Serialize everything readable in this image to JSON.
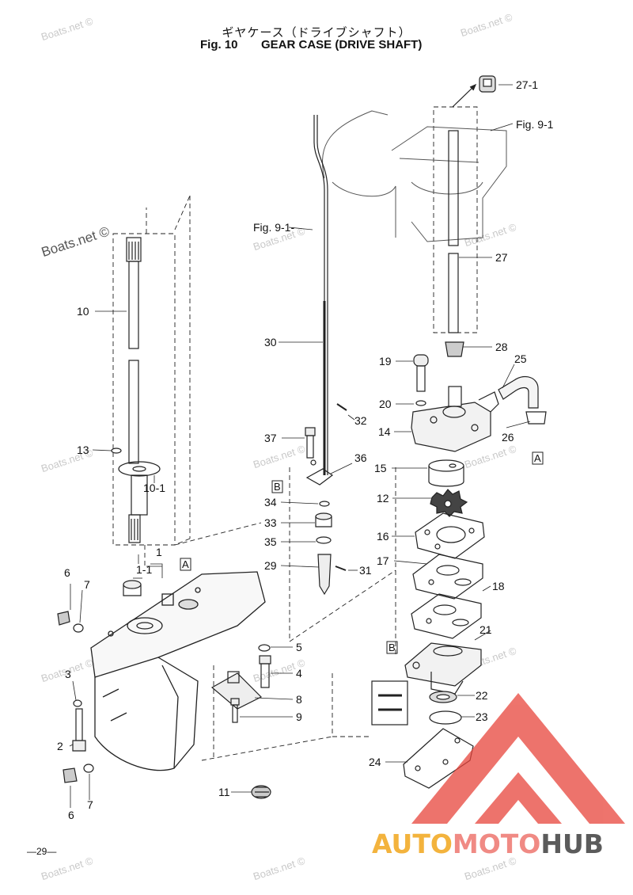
{
  "header": {
    "title_jp": "ギヤケース（ドライブシャフト）",
    "fig_label": "Fig. 10",
    "title_en": "GEAR CASE (DRIVE SHAFT)"
  },
  "watermark": "Boats.net ©",
  "page_number": "—29—",
  "logo": {
    "part1": "AUTO",
    "part2": "MOTO",
    "part3": "HUB",
    "colors": {
      "auto": "#f3b33d",
      "moto": "#f08a84",
      "hub": "#5b5b5b",
      "triangle": "#e8453c"
    }
  },
  "callouts": {
    "c27_1": "27-1",
    "fig91_top": "Fig. 9-1",
    "fig91_left": "Fig. 9-1-",
    "c27": "27",
    "c10": "10",
    "c30": "30",
    "c28": "28",
    "c19": "19",
    "c25": "25",
    "c20": "20",
    "c32": "32",
    "c14": "14",
    "c37": "37",
    "c13": "13",
    "c26": "26",
    "boxA_right": "A",
    "c36": "36",
    "c15": "15",
    "c10_1": "10-1",
    "boxB_left": "B",
    "c34": "34",
    "c12": "12",
    "c33": "33",
    "c16": "16",
    "c35": "35",
    "c1": "1",
    "c1_1": "1-1",
    "boxA_mid": "A",
    "c29": "29",
    "c31": "31",
    "c17": "17",
    "c6_top": "6",
    "c7_top": "7",
    "c18": "18",
    "c21": "21",
    "c5": "5",
    "boxB_right": "B",
    "c3": "3",
    "c4": "4",
    "c8": "8",
    "c22": "22",
    "c9": "9",
    "c23": "23",
    "c2": "2",
    "c24": "24",
    "c6_bot": "6",
    "c7_bot": "7",
    "c11": "11"
  }
}
